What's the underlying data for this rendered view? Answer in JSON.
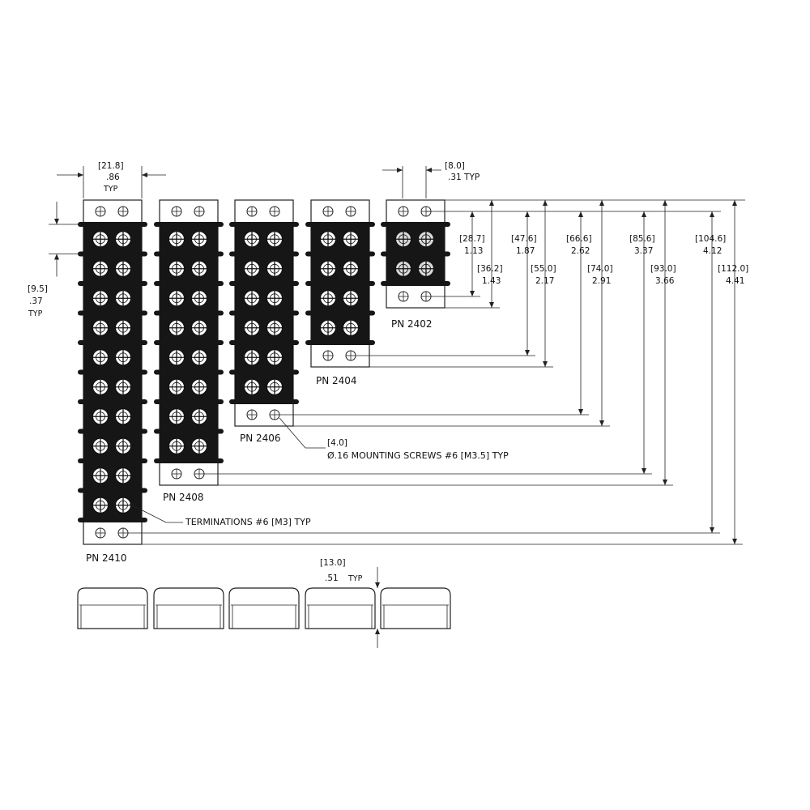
{
  "blocks": [
    {
      "pn": "PN 2410",
      "positions": 10
    },
    {
      "pn": "PN 2408",
      "positions": 8
    },
    {
      "pn": "PN 2406",
      "positions": 6
    },
    {
      "pn": "PN 2404",
      "positions": 4
    },
    {
      "pn": "PN 2402",
      "positions": 2
    }
  ],
  "width_dim": {
    "mm": "[21.8]",
    "inch": ".86",
    "typ": "TYP"
  },
  "pitch_dim": {
    "mm": "[9.5]",
    "inch": ".37",
    "typ": "TYP"
  },
  "barrier_dim": {
    "mm": "[8.0]",
    "inch": ".31 TYP"
  },
  "height_dims": [
    {
      "mm": "[28.7]",
      "inch": "1.13"
    },
    {
      "mm": "[36.2]",
      "inch": "1.43"
    },
    {
      "mm": "[47.6]",
      "inch": "1.87"
    },
    {
      "mm": "[55.0]",
      "inch": "2.17"
    },
    {
      "mm": "[66.6]",
      "inch": "2.62"
    },
    {
      "mm": "[74.0]",
      "inch": "2.91"
    },
    {
      "mm": "[85.6]",
      "inch": "3.37"
    },
    {
      "mm": "[93.0]",
      "inch": "3.66"
    },
    {
      "mm": "[104.6]",
      "inch": "4.12"
    },
    {
      "mm": "[112.0]",
      "inch": "4.41"
    }
  ],
  "mounting_note": {
    "mm": "[4.0]",
    "text": "Ø.16 MOUNTING SCREWS #6 [M3.5] TYP"
  },
  "terminations_note": "TERMINATIONS #6 [M3] TYP",
  "side_dim": {
    "mm": "[13.0]",
    "inch": ".51",
    "typ": "TYP"
  }
}
